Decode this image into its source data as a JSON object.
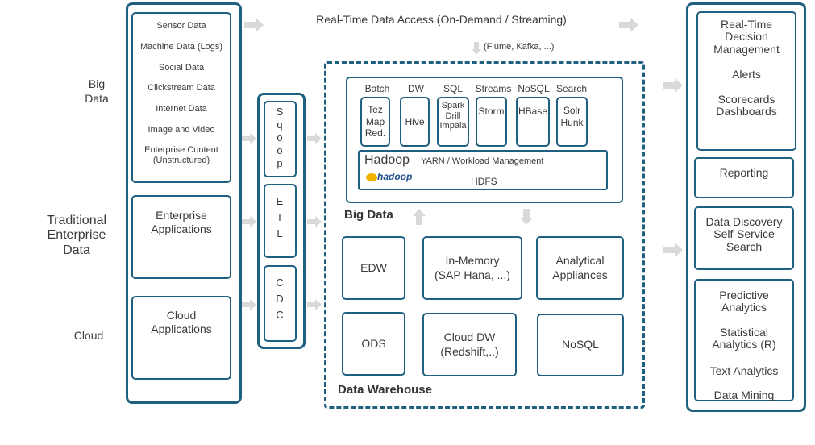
{
  "top_label": "Real-Time Data Access (On-Demand / Streaming)",
  "flume_label": "(Flume, Kafka, ...)",
  "left_labels": {
    "big_data": "Big\nData",
    "traditional": "Traditional\nEnterprise\nData",
    "cloud": "Cloud"
  },
  "sources": {
    "items": [
      "Sensor Data",
      "Machine Data (Logs)",
      "Social Data",
      "Clickstream Data",
      "Internet Data",
      "Image and Video",
      "Enterprise Content\n(Unstructured)"
    ],
    "enterprise_apps": "Enterprise\nApplications",
    "cloud_apps": "Cloud\nApplications"
  },
  "ingest": {
    "sqoop": "S\nq\no\no\np",
    "etl": "E\nT\nL",
    "cdc": "C\nD\nC"
  },
  "bigdata": {
    "title": "Big Data",
    "headers": [
      "Batch",
      "DW",
      "SQL",
      "Streams",
      "NoSQL",
      "Search"
    ],
    "tools": [
      "Tez\nMap\nRed.",
      "Hive",
      "Spark\nDrill\nImpala",
      "Storm",
      "HBase",
      "Solr\nHunk"
    ],
    "hadoop_title": "Hadoop",
    "yarn": "YARN / Workload Management",
    "hdfs": "HDFS",
    "hadoop_logo": "hadoop"
  },
  "warehouse": {
    "title": "Data Warehouse",
    "boxes": [
      "EDW",
      "In-Memory\n(SAP Hana, ...)",
      "Analytical\nAppliances",
      "ODS",
      "Cloud DW\n(Redshift,..)",
      "NoSQL"
    ]
  },
  "outputs": {
    "realtime": "Real-Time\nDecision\nManagement",
    "alerts": "Alerts",
    "scorecards": "Scorecards\nDashboards",
    "reporting": "Reporting",
    "discovery": "Data Discovery\nSelf-Service\nSearch",
    "predictive": "Predictive\nAnalytics",
    "statistical": "Statistical\nAnalytics (R)",
    "text": "Text Analytics",
    "mining": "Data Mining"
  },
  "colors": {
    "border": "#1f5f80",
    "arrow": "#d9d9d9",
    "logo": "#f2b400"
  }
}
